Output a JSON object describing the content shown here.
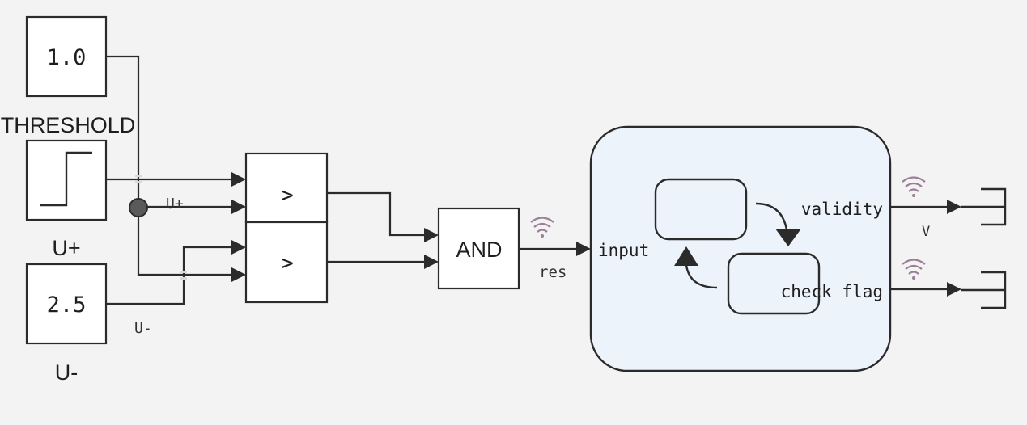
{
  "diagram": {
    "constants": {
      "one": "1.0",
      "two": "2.5"
    },
    "labels": {
      "threshold": "THRESHOLD",
      "u_plus_block": "U+",
      "u_minus_block": "U-"
    },
    "signals": {
      "u_plus": "U+",
      "u_minus": "U-",
      "res": "res",
      "v": "V"
    },
    "operators": {
      "gt": ">",
      "and": "AND"
    },
    "chart": {
      "input": "input",
      "validity": "validity",
      "check_flag": "check_flag"
    },
    "colors": {
      "wire": "#2b2b2b",
      "chart_fill": "#edf3fb",
      "wifi_icon": "#9c7f96",
      "junction": "#5a5a5a"
    }
  }
}
